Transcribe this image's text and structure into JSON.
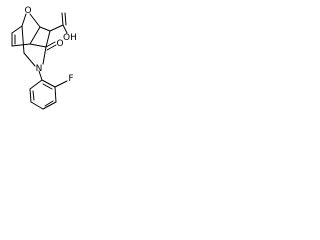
{
  "molecule": {
    "atoms": {
      "bridge_oxygen": "O",
      "hydroxyl": "OH",
      "carbonyl_oxygen": "O",
      "nitrogen": "N",
      "fluorine": "F"
    }
  },
  "colors": {
    "bond": "#000000",
    "label": "#000000",
    "background": "#ffffff"
  }
}
